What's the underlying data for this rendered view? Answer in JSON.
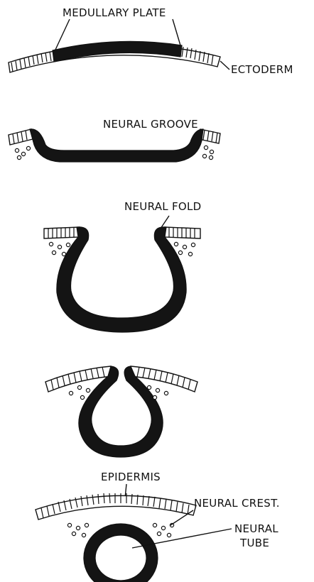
{
  "stages": [
    {
      "id": "stage-1",
      "labels": {
        "medullary_plate": "MEDULLARY PLATE",
        "ectoderm": "ECTODERM"
      }
    },
    {
      "id": "stage-2",
      "labels": {
        "neural_groove": "NEURAL GROOVE"
      }
    },
    {
      "id": "stage-3",
      "labels": {
        "neural_fold": "NEURAL FOLD"
      }
    },
    {
      "id": "stage-4",
      "labels": {}
    },
    {
      "id": "stage-5",
      "labels": {
        "epidermis": "EPIDERMIS",
        "neural_crest": "NEURAL CREST.",
        "neural_tube_line1": "NEURAL",
        "neural_tube_line2": "TUBE"
      }
    }
  ]
}
